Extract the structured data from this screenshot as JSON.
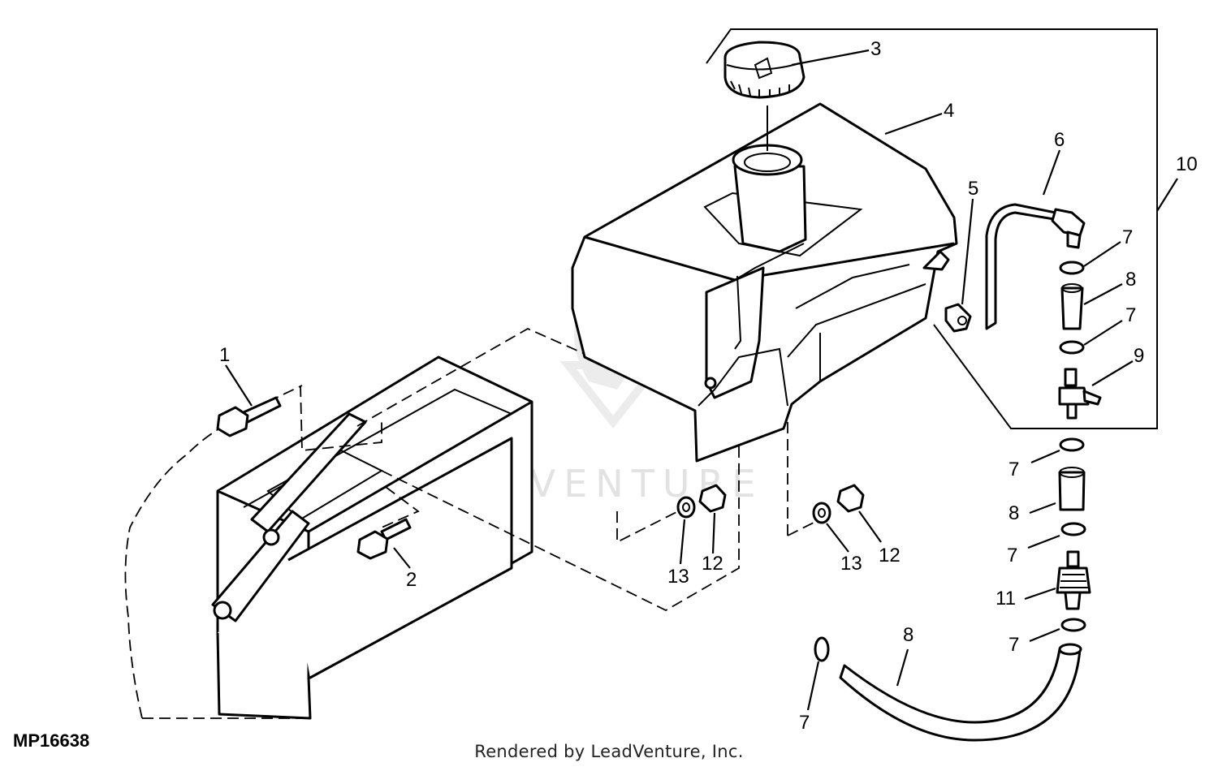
{
  "figure_id": "MP16638",
  "credit": "Rendered by LeadVenture, Inc.",
  "watermark": "LEADVENTURE",
  "callouts": {
    "c1": "1",
    "c2": "2",
    "c3": "3",
    "c4": "4",
    "c5": "5",
    "c6": "6",
    "c7a": "7",
    "c7b": "7",
    "c7c": "7",
    "c7d": "7",
    "c7e": "7",
    "c7f": "7",
    "c8a": "8",
    "c8b": "8",
    "c8c": "8",
    "c9": "9",
    "c10": "10",
    "c11": "11",
    "c12a": "12",
    "c12b": "12",
    "c13a": "13",
    "c13b": "13"
  }
}
